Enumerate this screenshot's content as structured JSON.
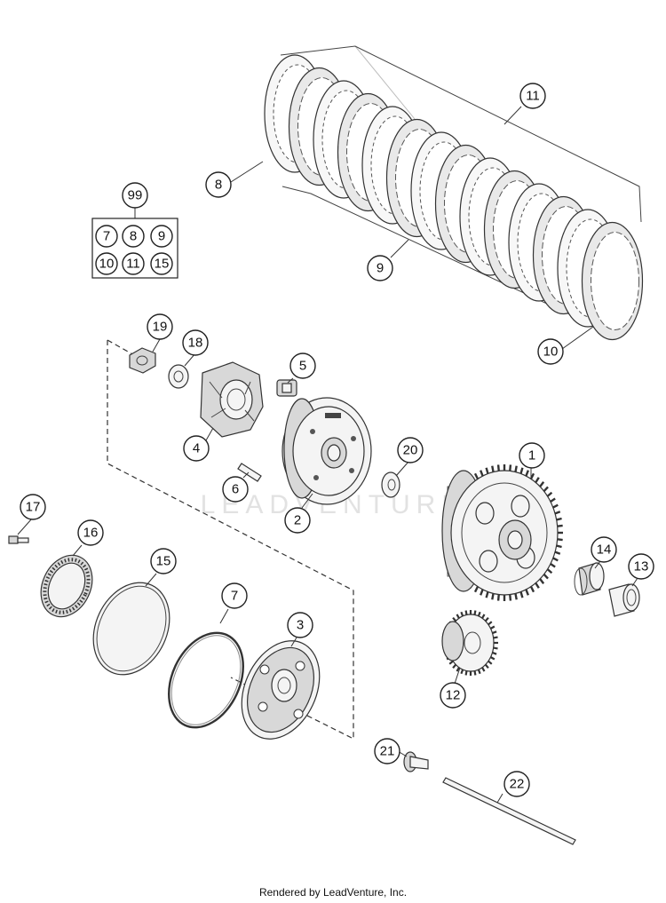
{
  "watermark": "LEADVENTURE",
  "footer": "Rendered by LeadVenture, Inc.",
  "kit": {
    "label": "99",
    "items": [
      "7",
      "8",
      "9",
      "10",
      "11",
      "15"
    ]
  },
  "callouts": [
    {
      "id": "1",
      "name": "outer-clutch-hub"
    },
    {
      "id": "2",
      "name": "inner-clutch-hub"
    },
    {
      "id": "3",
      "name": "pressure-plate"
    },
    {
      "id": "4",
      "name": "slave-hub"
    },
    {
      "id": "5",
      "name": "damper-block"
    },
    {
      "id": "6",
      "name": "pin"
    },
    {
      "id": "7",
      "name": "o-ring"
    },
    {
      "id": "8",
      "name": "friction-disc-outer"
    },
    {
      "id": "9",
      "name": "friction-disc"
    },
    {
      "id": "10",
      "name": "intermediate-disc"
    },
    {
      "id": "11",
      "name": "steel-plate"
    },
    {
      "id": "12",
      "name": "primary-gear"
    },
    {
      "id": "13",
      "name": "bushing"
    },
    {
      "id": "14",
      "name": "needle-bearing"
    },
    {
      "id": "15",
      "name": "diaphragm-spring"
    },
    {
      "id": "16",
      "name": "thrust-bearing"
    },
    {
      "id": "17",
      "name": "bolt"
    },
    {
      "id": "18",
      "name": "washer"
    },
    {
      "id": "19",
      "name": "nut"
    },
    {
      "id": "20",
      "name": "thrust-washer"
    },
    {
      "id": "21",
      "name": "push-piece"
    },
    {
      "id": "22",
      "name": "push-rod"
    }
  ]
}
